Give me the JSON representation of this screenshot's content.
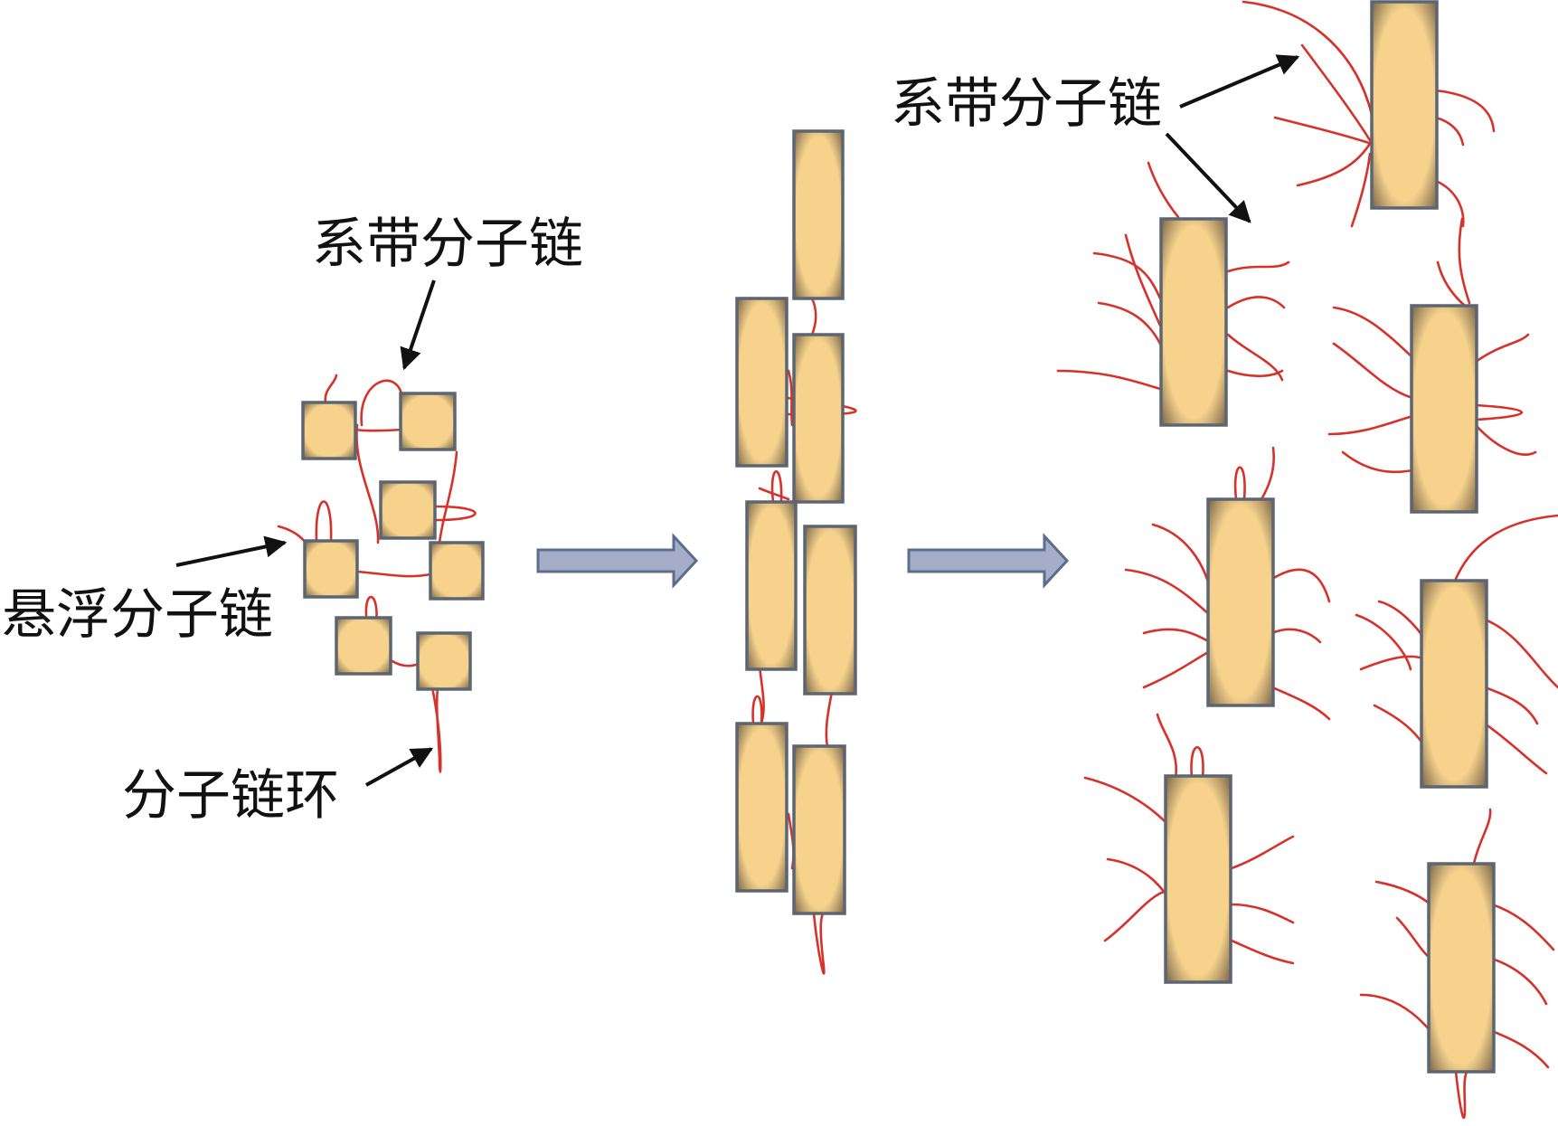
{
  "labels": {
    "tie_chain_left": "系带分子链",
    "dangling_chain": "悬浮分子链",
    "chain_loop": "分子链环",
    "tie_chain_right": "系带分子链"
  },
  "colors": {
    "crystal_fill": "#f6d28c",
    "crystal_edge": "#5c6672",
    "chain": "#d6322b",
    "flow_arrow": "#a6adc9"
  }
}
